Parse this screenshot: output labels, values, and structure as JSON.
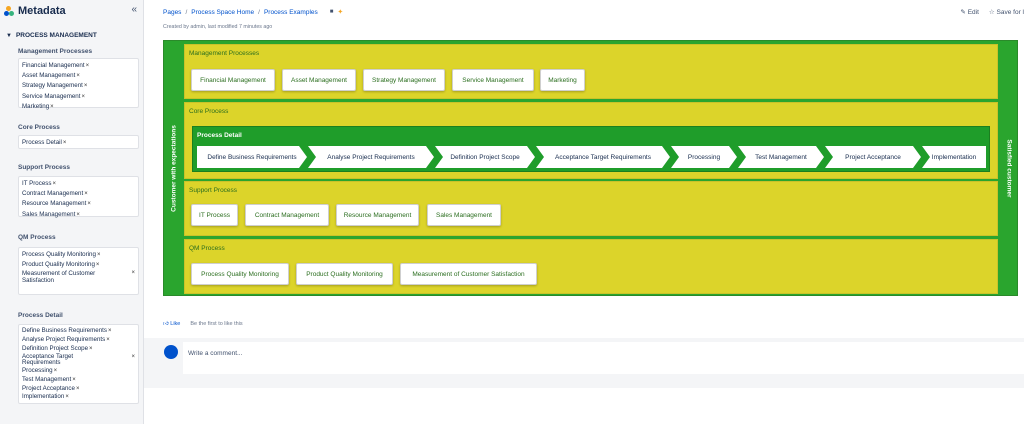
{
  "sidebar": {
    "title": "Metadata",
    "collapse": "«",
    "section": "PROCESS MANAGEMENT",
    "fields": [
      {
        "label": "Management Processes",
        "tags": [
          "Financial Management",
          "Asset Management",
          "Strategy Management",
          "Service Management",
          "Marketing"
        ]
      },
      {
        "label": "Core Process",
        "tags": [
          "Process Detail"
        ]
      },
      {
        "label": "Support Process",
        "tags": [
          "IT Process",
          "Contract Management",
          "Resource Management",
          "Sales Management"
        ]
      },
      {
        "label": "QM Process",
        "tags": [
          "Process Quality Monitoring",
          "Product Quality Monitoring",
          "Measurement of Customer Satisfaction"
        ]
      },
      {
        "label": "Process Detail",
        "tags": [
          "Define Business Requirements",
          "Analyse Project Requirements",
          "Definition Project Scope",
          "Acceptance Target Requirements",
          "Processing",
          "Test Management",
          "Project Acceptance",
          "Implementation"
        ]
      }
    ]
  },
  "breadcrumb": [
    "Pages",
    "Process Space Home",
    "Process Examples"
  ],
  "created": "Created by admin, last modified 7 minutes ago",
  "actions": {
    "edit": "Edit",
    "save": "Save for l"
  },
  "diagram": {
    "left_label": "Customer with expectations",
    "right_label": "Satisfied customer",
    "lanes": {
      "management": {
        "title": "Management Processes",
        "items": [
          "Financial Management",
          "Asset Management",
          "Strategy Management",
          "Service Management",
          "Marketing"
        ]
      },
      "core": {
        "title": "Core Process",
        "detail_title": "Process Detail",
        "steps": [
          "Define Business Requirements",
          "Analyse Project Requirements",
          "Definition Project Scope",
          "Acceptance Target Requirements",
          "Processing",
          "Test Management",
          "Project Acceptance",
          "Implementation"
        ]
      },
      "support": {
        "title": "Support Process",
        "items": [
          "IT Process",
          "Contract Management",
          "Resource Management",
          "Sales Management"
        ]
      },
      "qm": {
        "title": "QM Process",
        "items": [
          "Process Quality Monitoring",
          "Product Quality Monitoring",
          "Measurement of Customer Satisfaction"
        ]
      }
    }
  },
  "like": {
    "label": "Like",
    "text": "Be the first to like this"
  },
  "comment_placeholder": "Write a comment...",
  "colors": {
    "outer_green": "#2aa52e",
    "lane_yellow": "#dcd42a",
    "detail_green": "#1f9d2a",
    "link_blue": "#0052cc"
  }
}
